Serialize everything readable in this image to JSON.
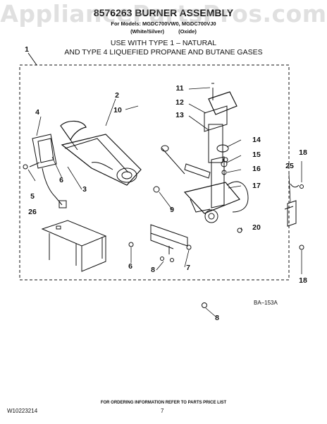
{
  "watermark": "AppliancePartsPros.com",
  "header": {
    "title": "8576263 BURNER ASSEMBLY",
    "models": "For Models: MGDC700VW0, MGDC700VJ0",
    "finish_white": "(White/Silver)",
    "finish_oxide": "(Oxide)",
    "usage_line1": "USE WITH TYPE 1 –  NATURAL",
    "usage_line2": "AND TYPE 4    LIQUEFIED PROPANE AND BUTANE GASES"
  },
  "callouts": [
    "1",
    "2",
    "4",
    "10",
    "3",
    "5",
    "6",
    "26",
    "9",
    "6",
    "7",
    "8",
    "8",
    "11",
    "12",
    "13",
    "14",
    "15",
    "16",
    "17",
    "20",
    "18",
    "25",
    "18"
  ],
  "drawing_code": "BA–153A",
  "footer": {
    "ordering_note": "FOR ORDERING INFORMATION REFER TO PARTS PRICE LIST",
    "doc_number": "W10223214",
    "page_number": "7"
  },
  "icons": [
    "burner-tube-icon",
    "igniter-icon",
    "gas-valve-icon",
    "bracket-icon",
    "screw-icon"
  ],
  "colors": {
    "line": "#111111",
    "watermark": "#a0a0a0"
  }
}
